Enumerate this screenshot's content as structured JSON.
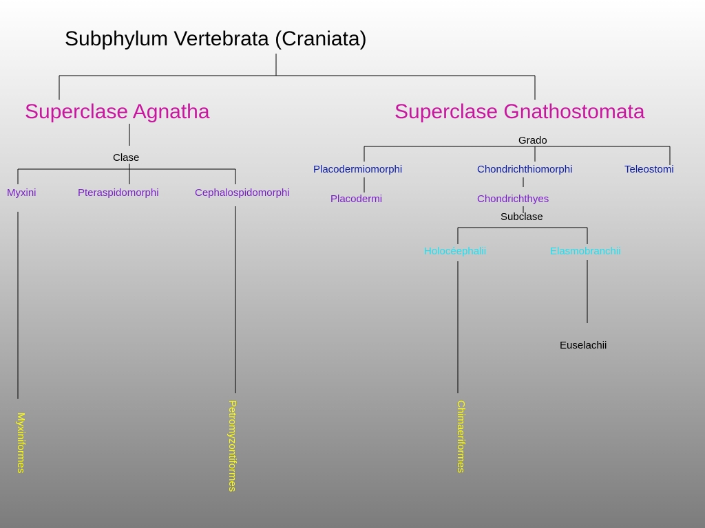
{
  "title": "Subphylum Vertebrata (Craniata)",
  "agnatha": {
    "label": "Superclase Agnatha",
    "rank": "Clase",
    "classes": [
      "Myxini",
      "Pteraspidomorphi",
      "Cephalospidomorphi"
    ],
    "orders": [
      "Myxiniformes",
      "Petromyzontiformes"
    ]
  },
  "gnathostomata": {
    "label": "Superclase Gnathostomata",
    "rank": "Grado",
    "grades": [
      "Placodermiomorphi",
      "Chondrichthiomorphi",
      "Teleostomi"
    ],
    "classes": [
      "Placodermi",
      "Chondrichthyes"
    ],
    "subclass_rank": "Subclase",
    "subclasses": [
      "Holocéephalii",
      "Elasmobranchii"
    ],
    "orders": [
      "Chimaeriformes"
    ],
    "euselachii": "Euselachii"
  },
  "colors": {
    "superclass": "#c8169e",
    "class": "#7a1fc8",
    "grade": "#0b1ca8",
    "subclass": "#1fe0f0",
    "order": "#ffff00"
  }
}
